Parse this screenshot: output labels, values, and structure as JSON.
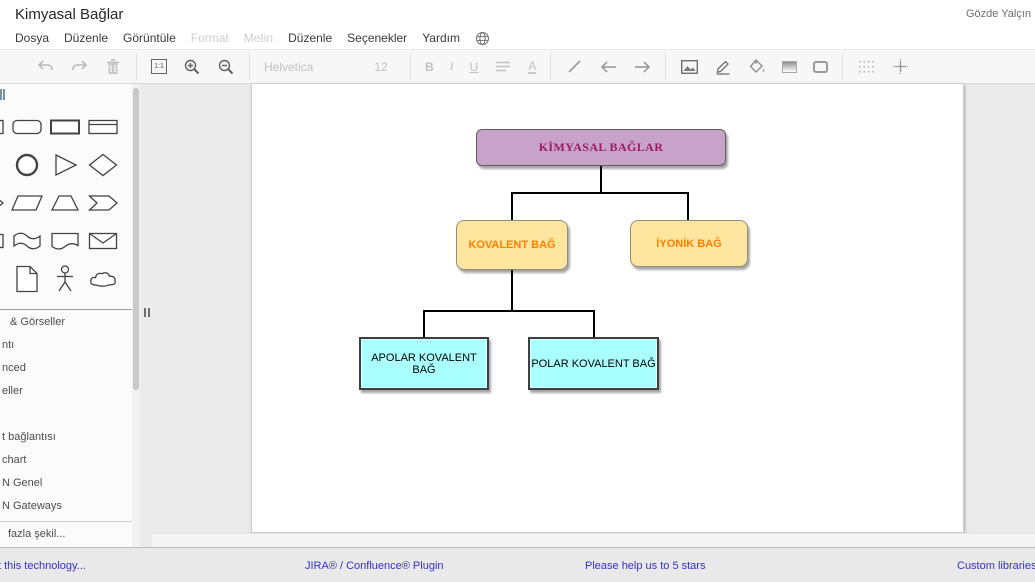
{
  "header": {
    "title": "Kimyasal Bağlar",
    "user": "Gözde Yalçın",
    "menus": [
      "Dosya",
      "Düzenle",
      "Görüntüle",
      "Format",
      "Metin",
      "Düzenle",
      "Seçenekler",
      "Yardım"
    ],
    "disabled_menus": [
      "Format",
      "Metin"
    ]
  },
  "toolbar": {
    "fit_label": "1:1",
    "font_name": "Helvetica",
    "font_size": "12",
    "bold_label": "B",
    "italic_label": "I",
    "underline_label": "U",
    "font_color_label": "A",
    "icons": [
      "undo-icon",
      "redo-icon",
      "delete-icon",
      "fit-page-icon",
      "zoom-in-icon",
      "zoom-out-icon",
      "bold",
      "italic",
      "underline",
      "align-icon",
      "font-color-icon",
      "line-icon",
      "arrow-left-icon",
      "arrow-right-icon",
      "image-icon",
      "draw-color-icon",
      "fill-color-icon",
      "gradient-icon",
      "outline-icon",
      "grid-icon",
      "guides-icon"
    ]
  },
  "sidebar": {
    "shape_icons": [
      "rectangle",
      "rounded-rectangle",
      "rectangle-titled",
      "ellipse",
      "triangle",
      "diamond",
      "parallelogram",
      "trapezoid",
      "step",
      "tape",
      "document",
      "envelope",
      "note",
      "actor",
      "cloud"
    ],
    "sections": [
      "& Görseller",
      "ntı",
      "nced",
      "eller",
      "t bağlantısı",
      "chart",
      "N Genel",
      "N Gateways"
    ],
    "more_shapes": "fazla şekil..."
  },
  "diagram": {
    "nodes": {
      "root": {
        "label": "KİMYASAL BAĞLAR",
        "fill": "#c9a2c9",
        "text_color": "#9c1c60"
      },
      "kovalent": {
        "label": "KOVALENT BAĞ",
        "fill": "#ffe6a0",
        "text_color": "#ff8000"
      },
      "iyonik": {
        "label": "İYONİK BAĞ",
        "fill": "#ffe6a0",
        "text_color": "#ff8000"
      },
      "apolar": {
        "label": "APOLAR KOVALENT BAĞ",
        "fill": "#aaffff",
        "text_color": "#000000"
      },
      "polar": {
        "label": "POLAR KOVALENT BAĞ",
        "fill": "#aaffff",
        "text_color": "#000000"
      }
    },
    "edges": [
      [
        "root",
        "kovalent"
      ],
      [
        "root",
        "iyonik"
      ],
      [
        "kovalent",
        "apolar"
      ],
      [
        "kovalent",
        "polar"
      ]
    ]
  },
  "statusbar": {
    "links": [
      "t this technology...",
      "JIRA® / Confluence® Plugin",
      "Please help us to 5 stars",
      "Custom libraries"
    ]
  },
  "colors": {
    "canvas_bg": "#ebebeb",
    "link_blue": "#3232cd",
    "root_fill": "#c9a2c9",
    "level2_fill": "#ffe6a0",
    "level3_fill": "#aaffff",
    "edge_color": "#000000"
  }
}
